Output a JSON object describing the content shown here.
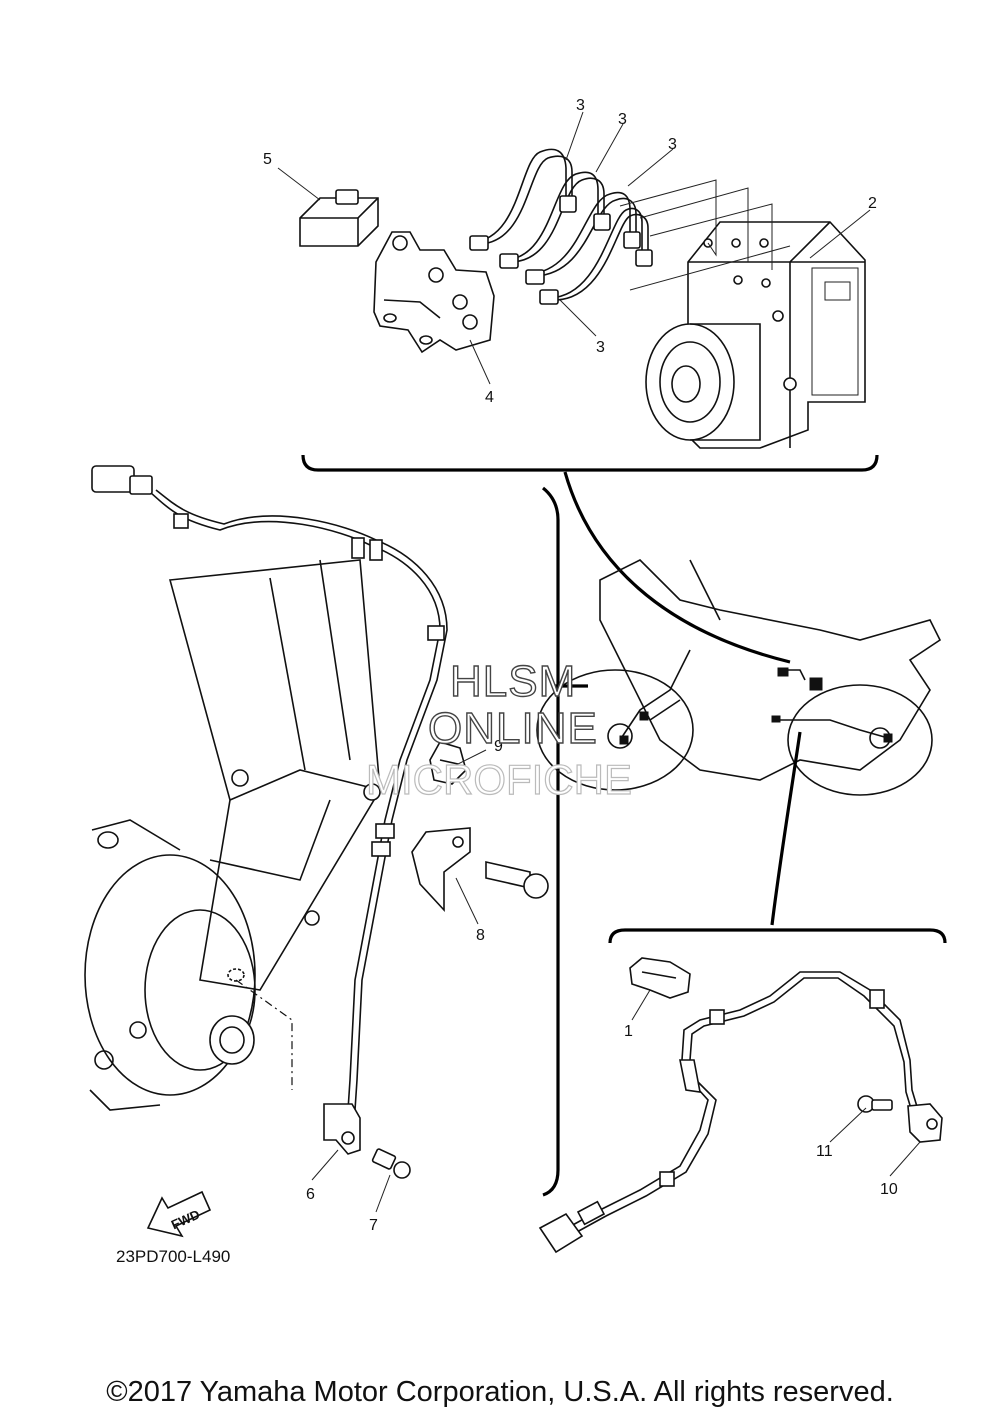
{
  "callouts": {
    "c1": "1",
    "c2": "2",
    "c3a": "3",
    "c3b": "3",
    "c3c": "3",
    "c3d": "3",
    "c4": "4",
    "c5": "5",
    "c6": "6",
    "c7": "7",
    "c8": "8",
    "c9": "9",
    "c10": "10",
    "c11": "11"
  },
  "watermark": {
    "line1": "HLSM",
    "line2": "ONLINE",
    "line3": "MICROFICHE"
  },
  "fwd_label": "FWD",
  "drawing_code": "23PD700-L490",
  "copyright": "©2017 Yamaha Motor Corporation, U.S.A. All rights reserved."
}
